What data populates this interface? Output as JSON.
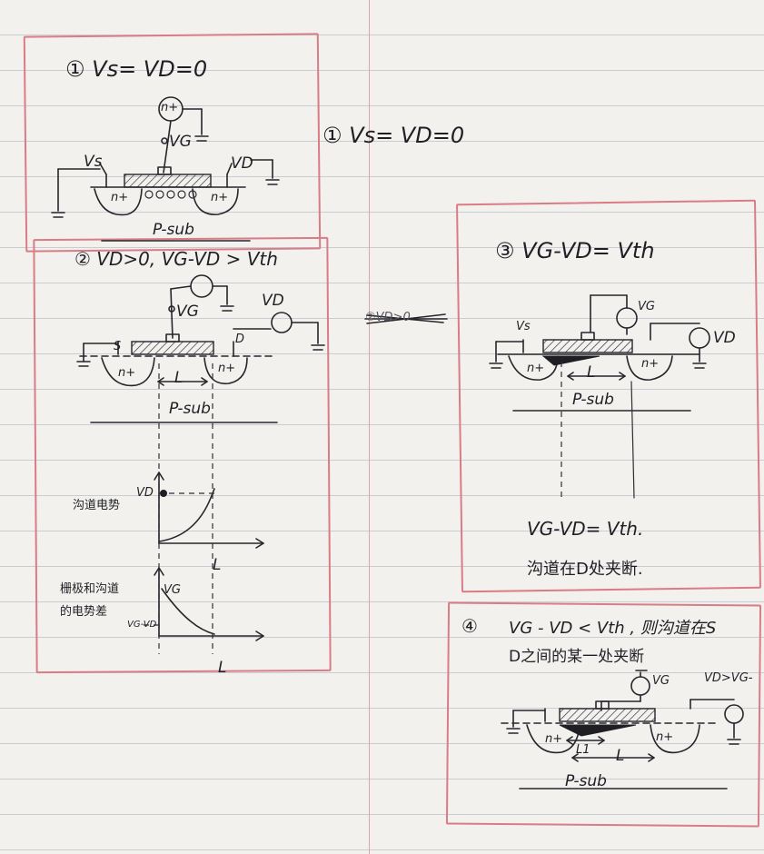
{
  "panel1": {
    "title": "① Vs= VD=0",
    "gate_source": "n+",
    "vg": "VG",
    "vs": "Vs",
    "vd": "VD",
    "n_left": "n+",
    "n_right": "n+",
    "sub": "P-sub"
  },
  "side_title": "① Vs= VD=0",
  "panel2": {
    "title": "② VD>0, VG-VD > Vth",
    "vg": "VG",
    "vd": "VD",
    "source_plus": "+",
    "s_mark": "S",
    "d_mark": "D",
    "n_left": "n+",
    "n_right": "n+",
    "length": "L",
    "sub": "P-sub",
    "graph1_ylabel": "沟道电势",
    "graph1_yval": "VD",
    "graph1_xend": "L",
    "graph2_ylabel_1": "栅极和沟道",
    "graph2_ylabel_2": "的电势差",
    "graph2_yval": "VG",
    "graph2_yval2": "VG-VD",
    "graph2_xend": "L"
  },
  "crossed_note": "②VD>0",
  "panel3": {
    "title": "③ VG-VD= Vth",
    "vg": "VG",
    "vs": "Vs",
    "vd": "VD",
    "n_left": "n+",
    "n_right": "n+",
    "length": "L",
    "sub": "P-sub",
    "conclusion_1": "VG-VD= Vth.",
    "conclusion_2": "沟道在D处夹断."
  },
  "panel4": {
    "title_num": "④",
    "title_1": "VG - VD < Vth , 则沟道在S",
    "title_2": "D之间的某一处夹断",
    "vg": "VG",
    "vd_cond": "VD>VG-",
    "n_left": "n+",
    "n_right": "n+",
    "l1": "L1",
    "length": "L",
    "sub": "P-sub"
  }
}
